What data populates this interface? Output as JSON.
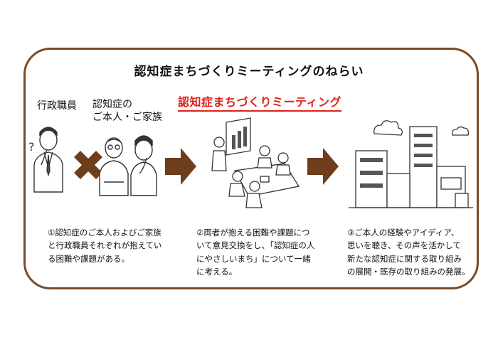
{
  "title": "認知症まちづくりミーティングのねらい",
  "subtitle": "認知症まちづくりミーティング",
  "left_labels": {
    "official": "行政職員",
    "persons_line1": "認知症の",
    "persons_line2": "ご本人・ご家族"
  },
  "steps": [
    {
      "line1": "①認知症のご本人およびご家族",
      "line2": "と行政職員それぞれが抱えてい",
      "line3": "る困難や課題がある。"
    },
    {
      "line1": "②両者が抱える困難や課題につ",
      "line2": "いて意見交換をし、「認知症の人",
      "line3": "にやさしいまち」について一緒",
      "line4": "に考える。"
    },
    {
      "line1": "③ご本人の経験やアイディア、",
      "line2": "思いを聴き、その声を活かして",
      "line3": "新たな認知症に関する取り組み",
      "line4": "の展開・既存の取り組みの発展。"
    }
  ],
  "colors": {
    "frame": "#7a4a25",
    "arrow": "#6e3d1c",
    "accent_red": "#e0201c"
  },
  "icons": [
    "question-mark-icon",
    "cross-icon",
    "arrow-right-icon",
    "cloud-icon"
  ]
}
